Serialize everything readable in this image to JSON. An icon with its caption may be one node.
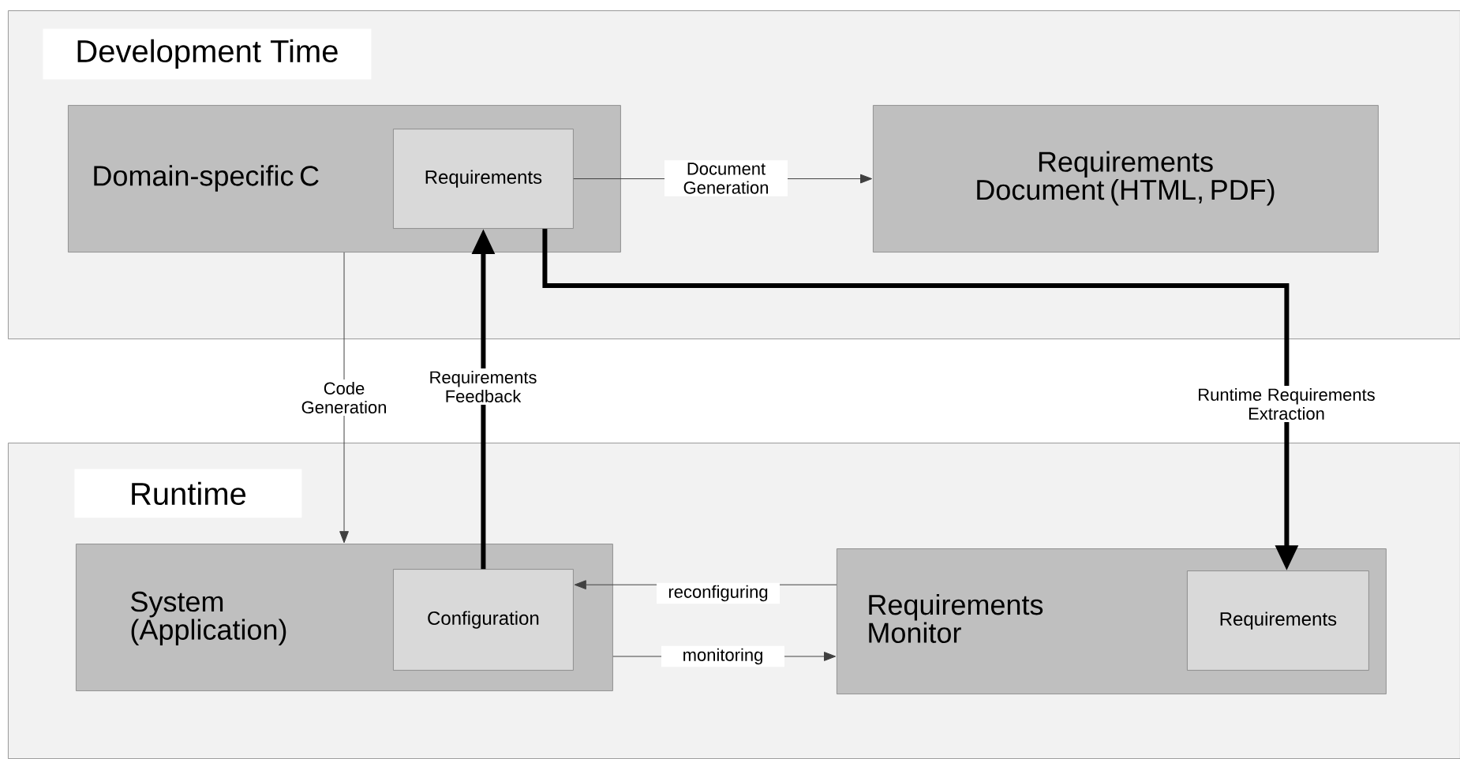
{
  "diagram": {
    "nodes": [
      {
        "text": [
          "Development Time"
        ]
      },
      {
        "text": [
          "Domain-specific C"
        ],
        "in": 0
      },
      {
        "text": [
          "Requirements"
        ],
        "in": 1
      },
      {
        "text": [
          "Requirements Document (HTML, PDF)"
        ],
        "in": 0
      },
      {
        "text": [
          "Runtime"
        ]
      },
      {
        "text": [
          "System (Application)"
        ],
        "in": 4
      },
      {
        "text": [
          "Configuration"
        ],
        "in": 5
      },
      {
        "text": [
          "Requirements Monitor"
        ],
        "in": 4
      },
      {
        "text": [
          "Requirements"
        ],
        "in": 7
      }
    ],
    "edges": [
      {
        "from": 2,
        "to": 3,
        "arrow": "to",
        "label": "Document Generation"
      },
      {
        "from": 1,
        "to": 5,
        "arrow": "to",
        "label": "Code Generation"
      },
      {
        "from": 6,
        "to": 2,
        "arrow": "to",
        "label": "Requirements Feedback",
        "style": "thick"
      },
      {
        "from": 2,
        "to": 8,
        "arrow": "to",
        "label": "Runtime Requirements Extraction",
        "style": "thick"
      },
      {
        "from": 7,
        "to": 6,
        "arrow": "to",
        "label": "reconfiguring"
      },
      {
        "from": 5,
        "to": 7,
        "arrow": "to",
        "label": "monitoring"
      }
    ]
  }
}
